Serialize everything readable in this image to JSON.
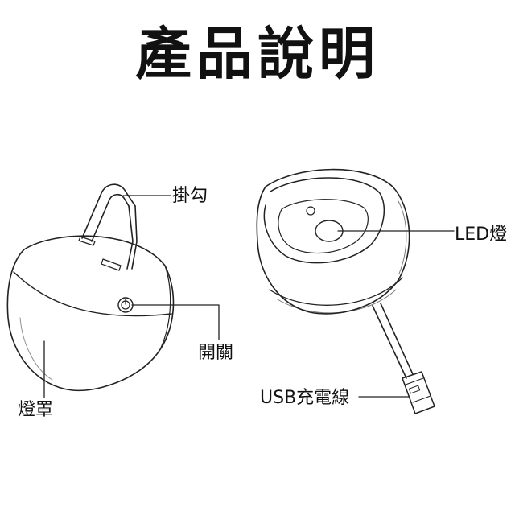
{
  "title": "產品說明",
  "left_product": {
    "labels": {
      "hook": "掛勾",
      "switch": "開關",
      "shade": "燈罩"
    }
  },
  "right_product": {
    "labels": {
      "led": "LED燈",
      "usb_cable": "USB充電線"
    }
  }
}
